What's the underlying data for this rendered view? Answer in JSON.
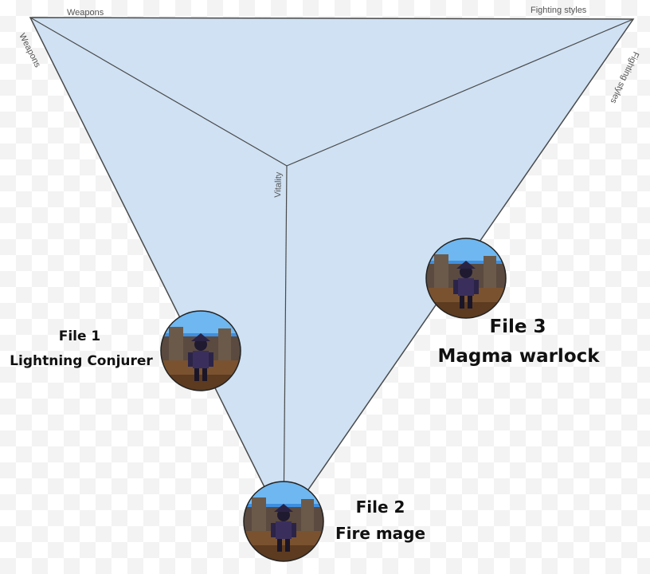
{
  "axes": {
    "top_left": "Weapons",
    "left_edge": "Weapons",
    "top_right": "Fighting styles",
    "right_edge": "Fighting styles",
    "center": "Vitality"
  },
  "files": [
    {
      "title": "File 1",
      "name": "Lightning Conjurer",
      "image": "character-avatar"
    },
    {
      "title": "File 2",
      "name": "Fire mage",
      "image": "character-avatar"
    },
    {
      "title": "File 3",
      "name": "Magma warlock",
      "image": "character-avatar"
    }
  ],
  "colors": {
    "triangle_fill": "#cfe1f3",
    "triangle_stroke": "#4a4a4a",
    "sky": "#3f8fe0",
    "ground": "#7a5230",
    "character": "#3a2f5c"
  }
}
